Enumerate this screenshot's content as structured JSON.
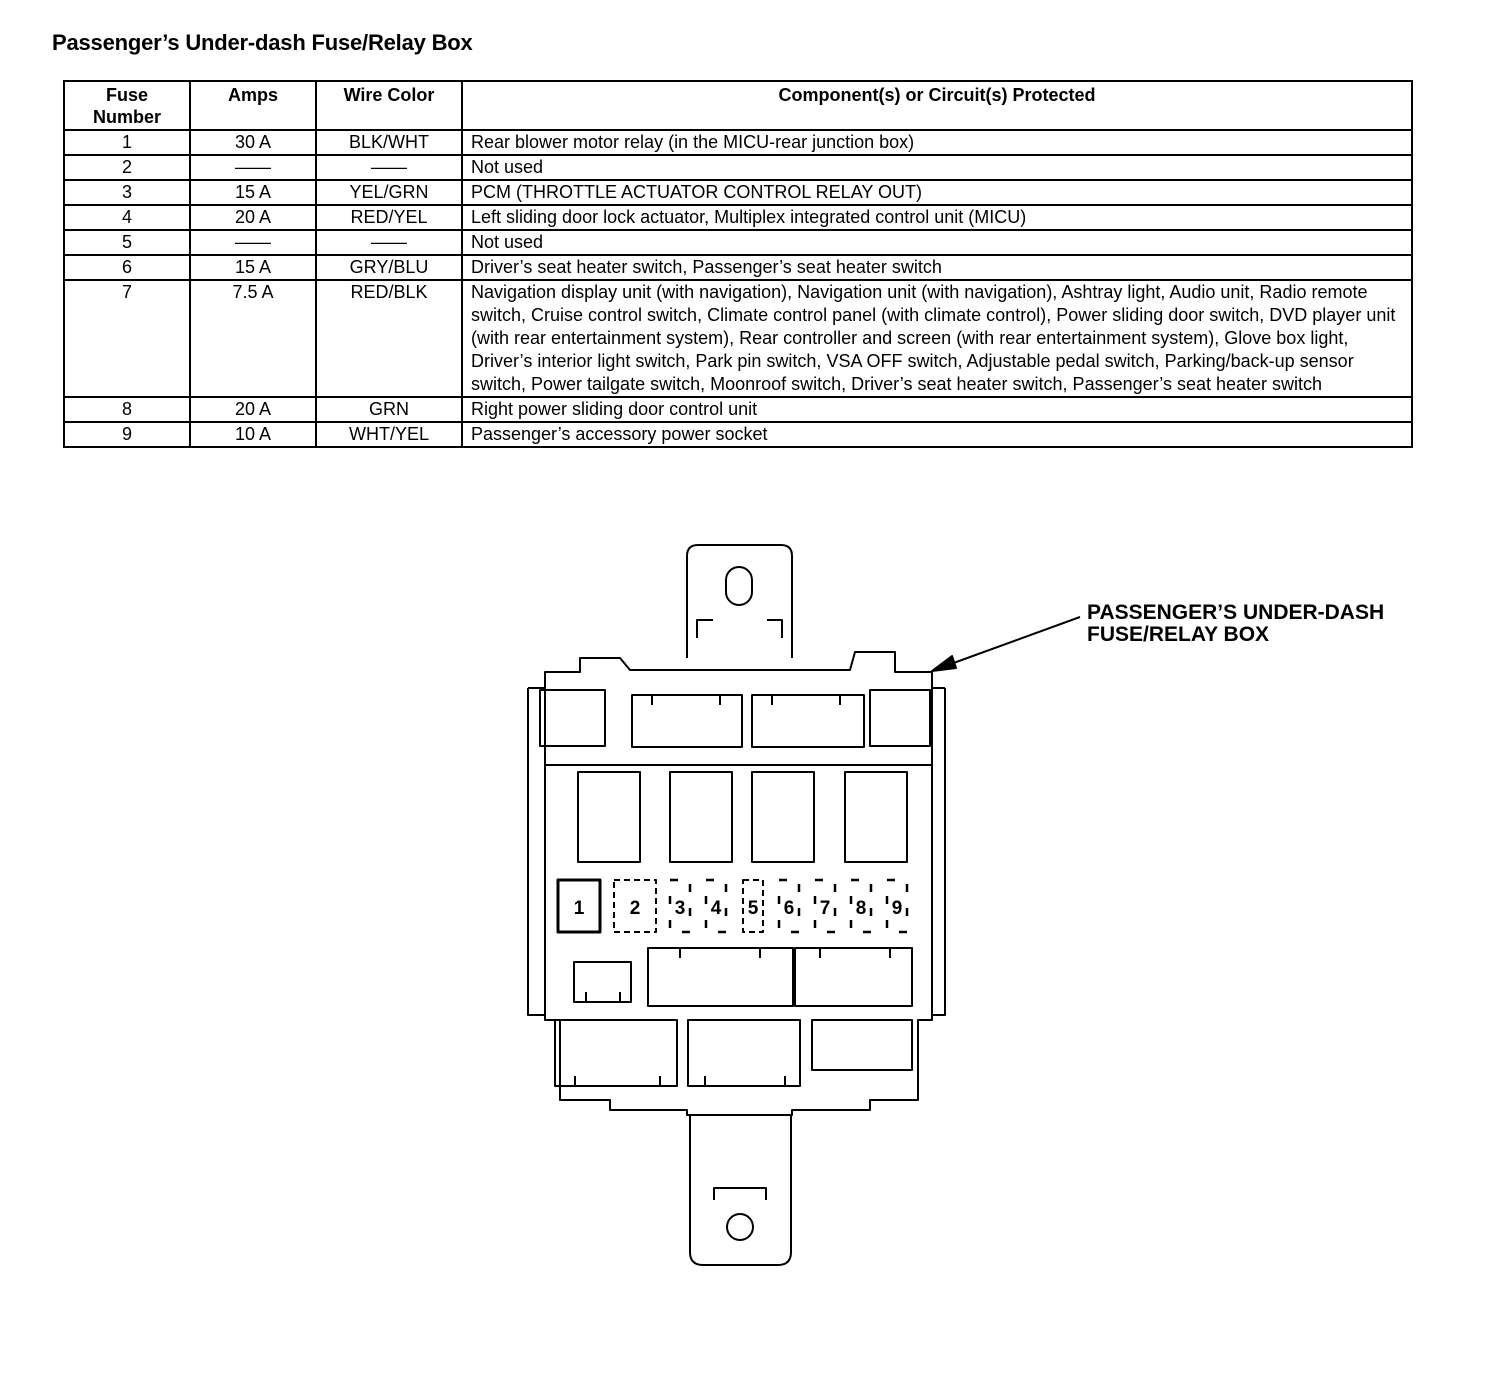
{
  "title": "Passenger’s Under-dash Fuse/Relay Box",
  "table": {
    "headers": {
      "fuse": [
        "Fuse",
        "Number"
      ],
      "amps": "Amps",
      "wire": "Wire Color",
      "component": "Component(s) or Circuit(s) Protected"
    },
    "rows": [
      {
        "fuse": "1",
        "amps": "30 A",
        "wire": "BLK/WHT",
        "component": "Rear blower motor relay (in the MICU-rear junction box)"
      },
      {
        "fuse": "2",
        "amps": "——",
        "wire": "——",
        "component": "Not used"
      },
      {
        "fuse": "3",
        "amps": "15 A",
        "wire": "YEL/GRN",
        "component": "PCM (THROTTLE ACTUATOR CONTROL RELAY OUT)"
      },
      {
        "fuse": "4",
        "amps": "20 A",
        "wire": "RED/YEL",
        "component": "Left sliding door lock actuator, Multiplex integrated control unit (MICU)"
      },
      {
        "fuse": "5",
        "amps": "——",
        "wire": "——",
        "component": "Not used"
      },
      {
        "fuse": "6",
        "amps": "15 A",
        "wire": "GRY/BLU",
        "component": "Driver’s seat heater switch, Passenger’s seat heater switch"
      },
      {
        "fuse": "7",
        "amps": "7.5 A",
        "wire": "RED/BLK",
        "component": "Navigation display unit (with navigation), Navigation unit (with navigation), Ashtray light, Audio unit, Radio remote switch, Cruise control switch, Climate control panel (with climate control), Power sliding door switch, DVD player unit (with rear entertainment system), Rear controller and screen (with rear entertainment system), Glove box light, Driver’s interior light switch, Park pin switch, VSA OFF switch, Adjustable pedal switch, Parking/back-up sensor switch, Power tailgate switch, Moonroof switch, Driver’s seat heater switch, Passenger’s seat heater switch"
      },
      {
        "fuse": "8",
        "amps": "20 A",
        "wire": "GRN",
        "component": "Right power sliding door control unit"
      },
      {
        "fuse": "9",
        "amps": "10 A",
        "wire": "WHT/YEL",
        "component": "Passenger’s accessory power socket"
      }
    ]
  },
  "diagram": {
    "callout": [
      "PASSENGER’S UNDER-DASH",
      "FUSE/RELAY BOX"
    ],
    "fuse_labels": [
      "1",
      "2",
      "3",
      "4",
      "5",
      "6",
      "7",
      "8",
      "9"
    ]
  }
}
